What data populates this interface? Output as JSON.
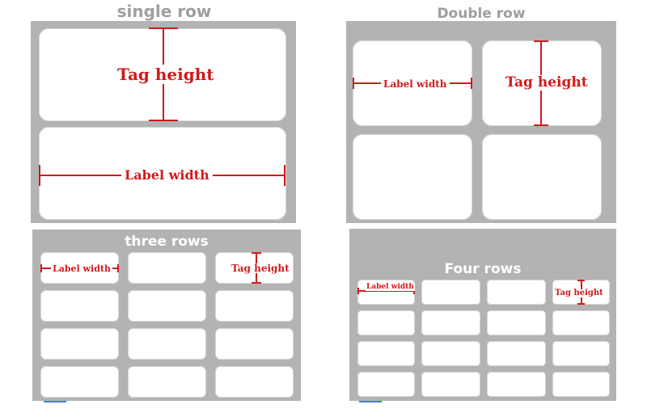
{
  "colors": {
    "panel": "#b3b3b3",
    "label": "#ffffff",
    "dimension": "#d11a1a",
    "title_gray": "#9e9e9e",
    "title_white": "#ffffff"
  },
  "panels": {
    "single_row": {
      "title": "single row",
      "tag_height": "Tag height",
      "label_width": "Label width"
    },
    "double_row": {
      "title": "Double row",
      "label_width": "Label width",
      "tag_height": "Tag height"
    },
    "three_rows": {
      "title": "three rows",
      "label_width": "Label width",
      "tag_height": "Tag height"
    },
    "four_rows": {
      "title": "Four rows",
      "label_width": "Label width",
      "tag_height": "Tag height"
    }
  }
}
